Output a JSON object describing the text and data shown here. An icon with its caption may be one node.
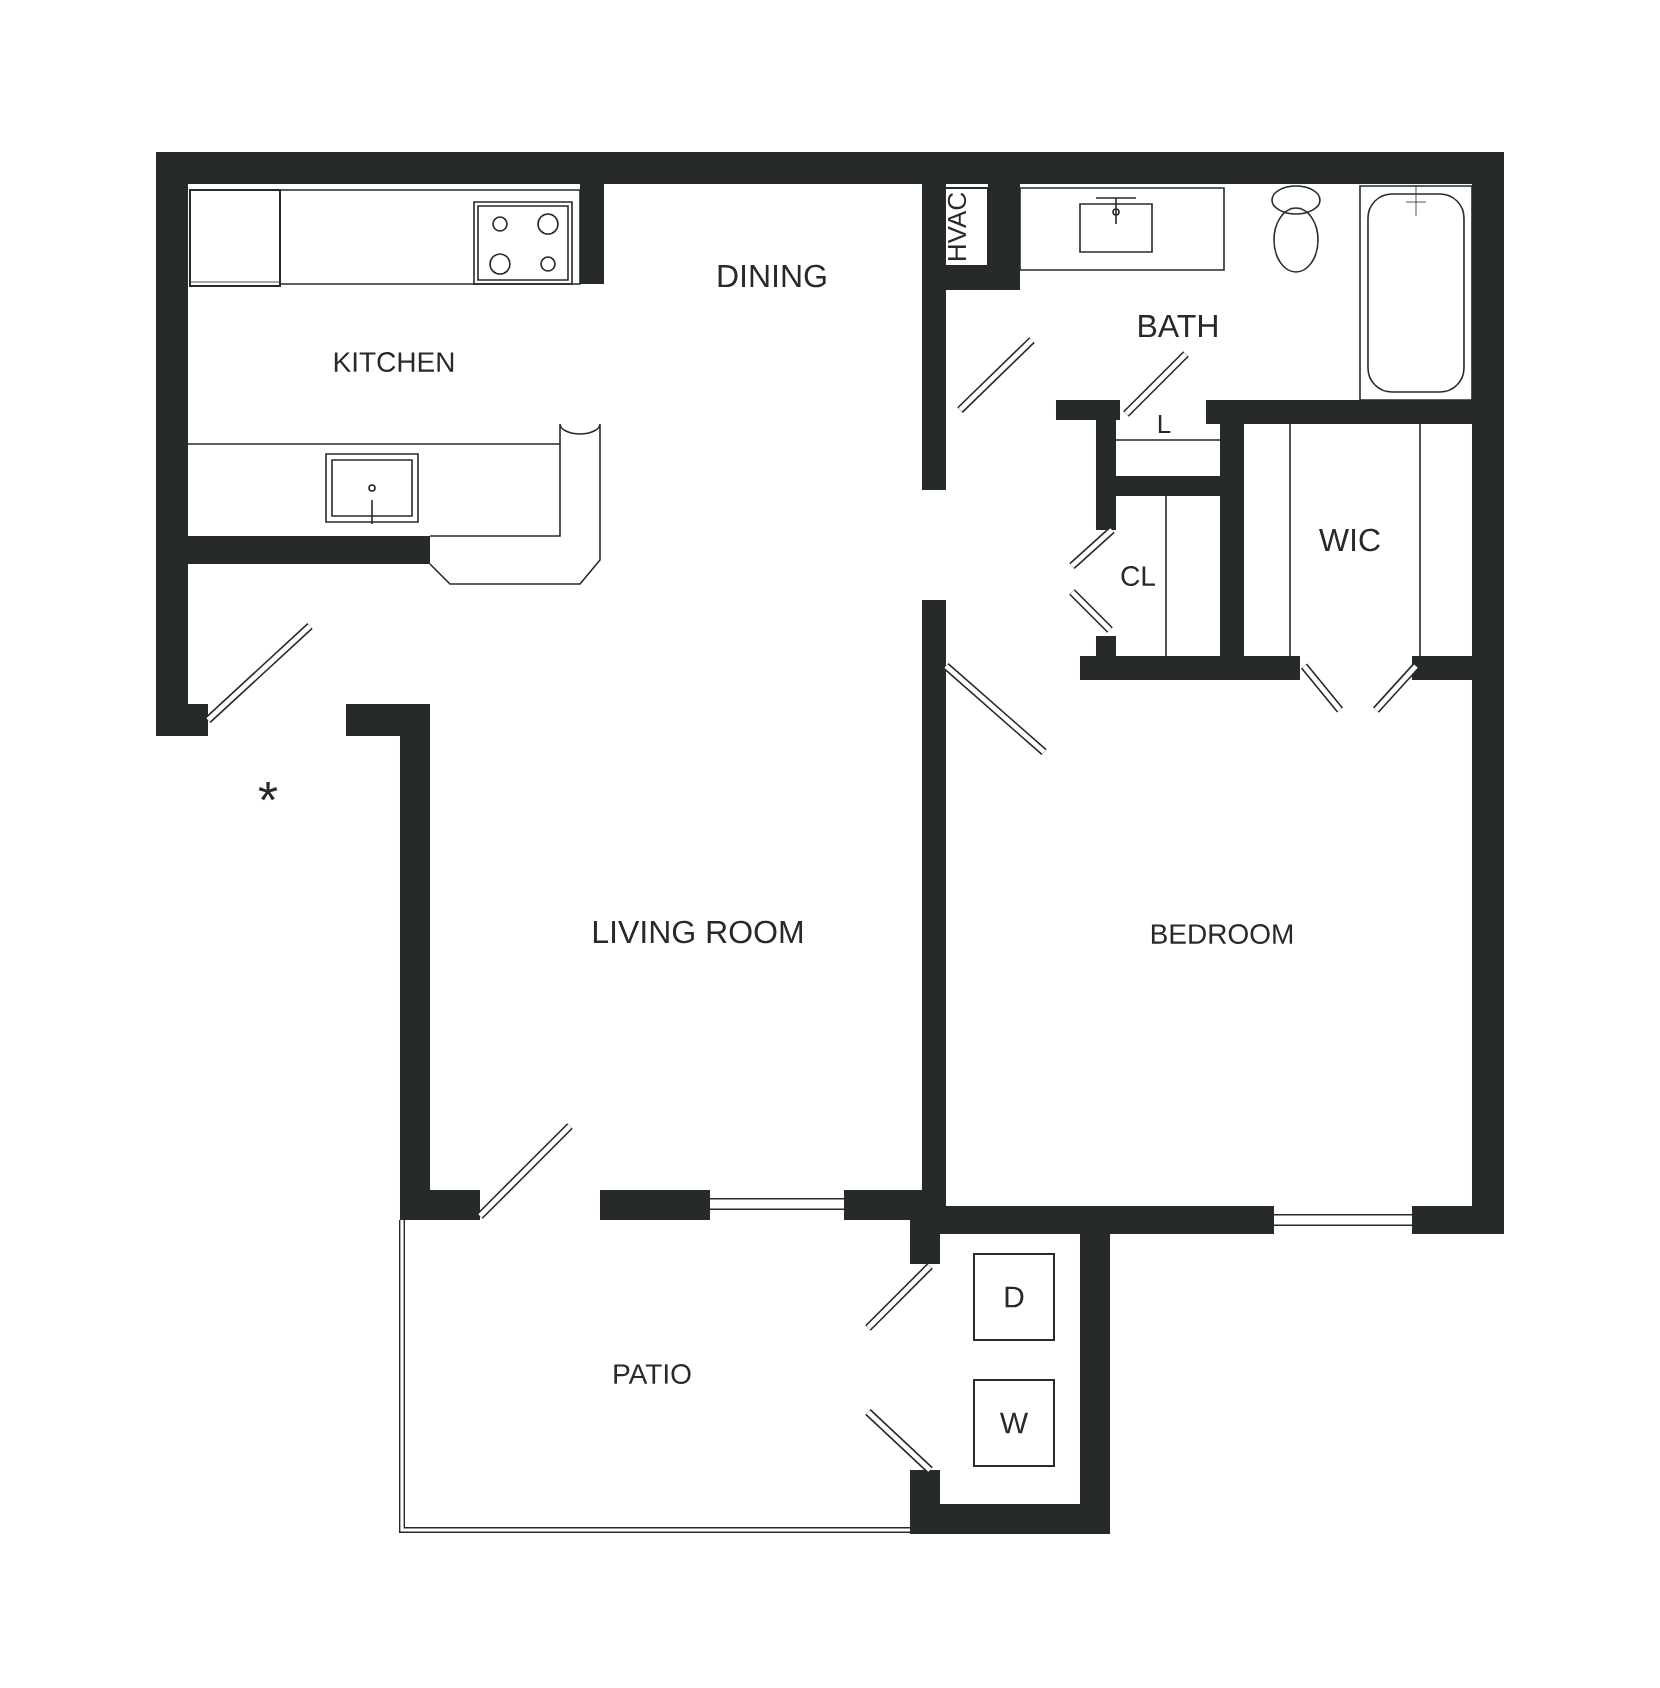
{
  "diagram": {
    "nodes": [
      {
        "text": [
          "HVAC"
        ]
      },
      {
        "text": [
          "D"
        ]
      },
      {
        "text": [
          "W"
        ]
      }
    ],
    "labels": [
      "DINING",
      "KITCHEN",
      "BATH",
      "L",
      "CL",
      "WIC",
      "*",
      "LIVING ROOM",
      "BEDROOM",
      "PATIO"
    ]
  }
}
